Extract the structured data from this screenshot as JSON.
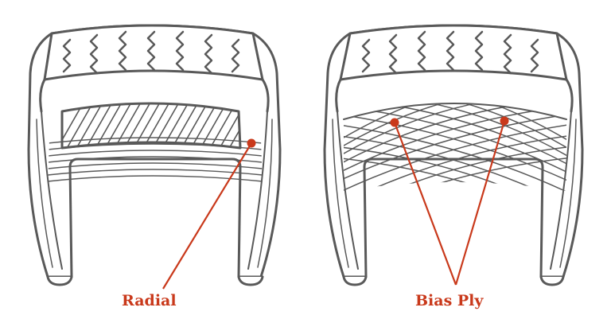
{
  "labels": {
    "radial": "Radial",
    "bias_ply": "Bias Ply"
  },
  "colors": {
    "line": "#595959",
    "fill": "#ffffff",
    "accent": "#c9391b"
  },
  "icons": {
    "radial": "radial-tire-cross-section",
    "bias_ply": "bias-ply-tire-cross-section"
  }
}
